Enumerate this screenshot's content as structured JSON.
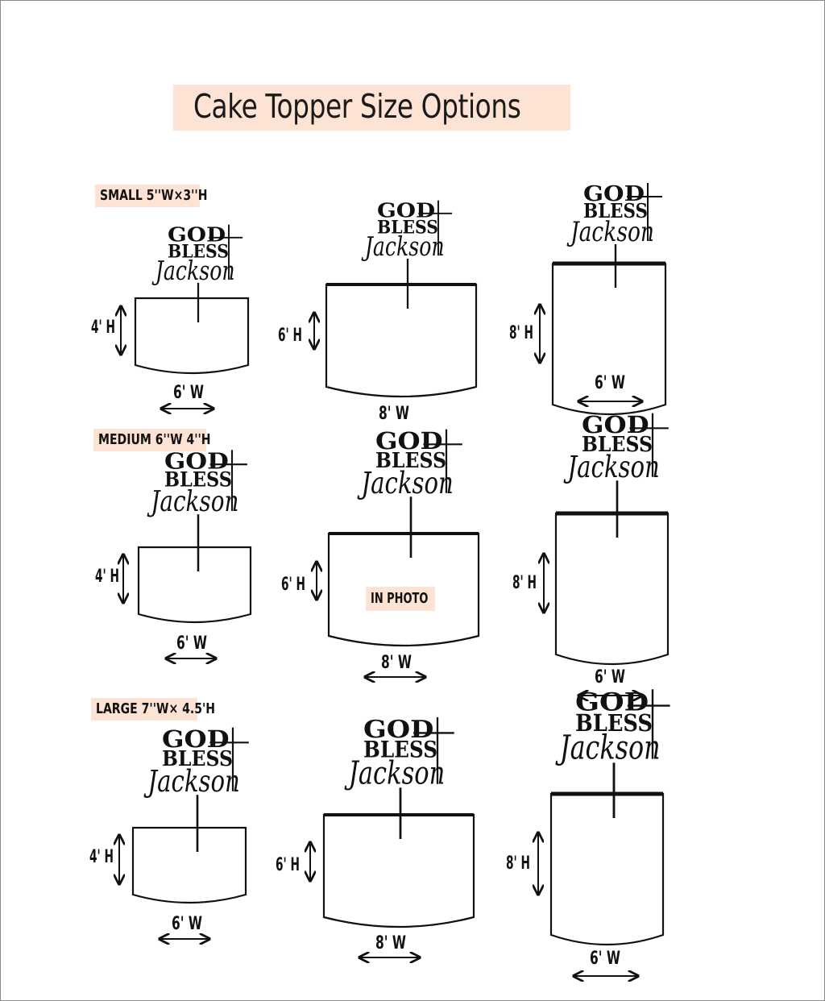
{
  "title": "Cake Topper Size Options",
  "sections": [
    {
      "label": "SMALL 5''W×3''H"
    },
    {
      "label": "MEDIUM 6''W  4''H"
    },
    {
      "label": "LARGE 7''W× 4.5'H"
    }
  ],
  "topper": {
    "line1": "GOD",
    "line2": "BLESS",
    "name": "Jackson"
  },
  "cakes": [
    {
      "height_label": "4' H",
      "width_label": "6' W"
    },
    {
      "height_label": "6' H",
      "width_label": "8' W"
    },
    {
      "height_label": "8' H",
      "width_label": "6' W"
    },
    {
      "height_label": "4' H",
      "width_label": "6' W"
    },
    {
      "height_label": "6' H",
      "width_label": "8' W"
    },
    {
      "height_label": "8' H",
      "width_label": "6' W"
    },
    {
      "height_label": "4' H",
      "width_label": "6' W"
    },
    {
      "height_label": "6' H",
      "width_label": "8' W"
    },
    {
      "height_label": "8' H",
      "width_label": "6' W"
    }
  ],
  "in_photo_label": "IN PHOTO",
  "colors": {
    "highlight": "#fde3d4",
    "ink": "#111111"
  }
}
